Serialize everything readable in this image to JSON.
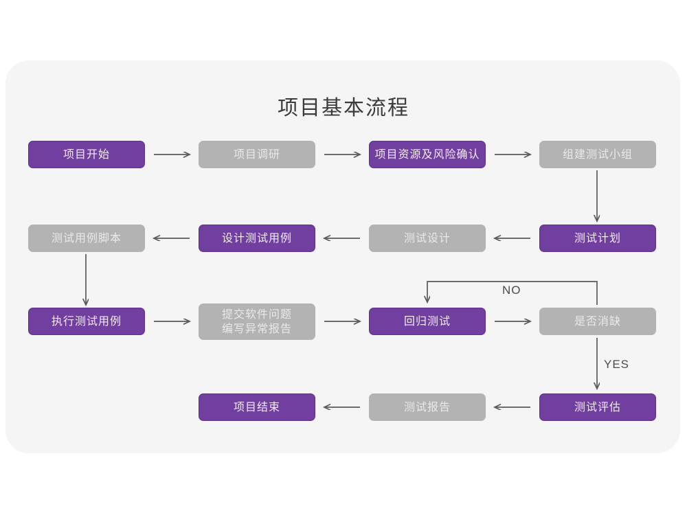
{
  "page": {
    "background_color": "#ffffff",
    "card_color": "#f5f5f5"
  },
  "chart_data": {
    "type": "diagram",
    "title": "项目基本流程",
    "colors": {
      "active": "#713fa0",
      "inactive": "#b3b3b3",
      "connector": "#595959",
      "card": "#f5f5f5",
      "title_text": "#3b3b3b"
    },
    "nodes": [
      {
        "id": "n1",
        "label": "项目开始",
        "state": "purple",
        "row": 1,
        "col": 1
      },
      {
        "id": "n2",
        "label": "项目调研",
        "state": "gray",
        "row": 1,
        "col": 2
      },
      {
        "id": "n3",
        "label": "项目资源及风险确认",
        "state": "purple",
        "row": 1,
        "col": 3
      },
      {
        "id": "n4",
        "label": "组建测试小组",
        "state": "gray",
        "row": 1,
        "col": 4
      },
      {
        "id": "n5",
        "label": "测试用例脚本",
        "state": "gray",
        "row": 2,
        "col": 1
      },
      {
        "id": "n6",
        "label": "设计测试用例",
        "state": "purple",
        "row": 2,
        "col": 2
      },
      {
        "id": "n7",
        "label": "测试设计",
        "state": "gray",
        "row": 2,
        "col": 3
      },
      {
        "id": "n8",
        "label": "测试计划",
        "state": "purple",
        "row": 2,
        "col": 4
      },
      {
        "id": "n9",
        "label": "执行测试用例",
        "state": "purple",
        "row": 3,
        "col": 1
      },
      {
        "id": "n10",
        "label": "提交软件问题\n编写异常报告",
        "state": "gray",
        "row": 3,
        "col": 2
      },
      {
        "id": "n11",
        "label": "回归测试",
        "state": "purple",
        "row": 3,
        "col": 3
      },
      {
        "id": "n12",
        "label": "是否消缺",
        "state": "gray",
        "row": 3,
        "col": 4
      },
      {
        "id": "n13",
        "label": "项目结束",
        "state": "purple",
        "row": 4,
        "col": 2
      },
      {
        "id": "n14",
        "label": "测试报告",
        "state": "gray",
        "row": 4,
        "col": 3
      },
      {
        "id": "n15",
        "label": "测试评估",
        "state": "purple",
        "row": 4,
        "col": 4
      }
    ],
    "edges": [
      {
        "from": "n1",
        "to": "n2",
        "direction": "right",
        "label": ""
      },
      {
        "from": "n2",
        "to": "n3",
        "direction": "right",
        "label": ""
      },
      {
        "from": "n3",
        "to": "n4",
        "direction": "right",
        "label": ""
      },
      {
        "from": "n4",
        "to": "n8",
        "direction": "down",
        "label": ""
      },
      {
        "from": "n8",
        "to": "n7",
        "direction": "left",
        "label": ""
      },
      {
        "from": "n7",
        "to": "n6",
        "direction": "left",
        "label": ""
      },
      {
        "from": "n6",
        "to": "n5",
        "direction": "left",
        "label": ""
      },
      {
        "from": "n5",
        "to": "n9",
        "direction": "down",
        "label": ""
      },
      {
        "from": "n9",
        "to": "n10",
        "direction": "right",
        "label": ""
      },
      {
        "from": "n10",
        "to": "n11",
        "direction": "right",
        "label": ""
      },
      {
        "from": "n11",
        "to": "n12",
        "direction": "right",
        "label": ""
      },
      {
        "from": "n12",
        "to": "n11",
        "direction": "loop-up",
        "label": "NO"
      },
      {
        "from": "n12",
        "to": "n15",
        "direction": "down",
        "label": "YES"
      },
      {
        "from": "n15",
        "to": "n14",
        "direction": "left",
        "label": ""
      },
      {
        "from": "n14",
        "to": "n13",
        "direction": "left",
        "label": ""
      }
    ],
    "edge_labels": [
      {
        "id": "no-label",
        "text": "NO"
      },
      {
        "id": "yes-label",
        "text": "YES"
      }
    ]
  }
}
